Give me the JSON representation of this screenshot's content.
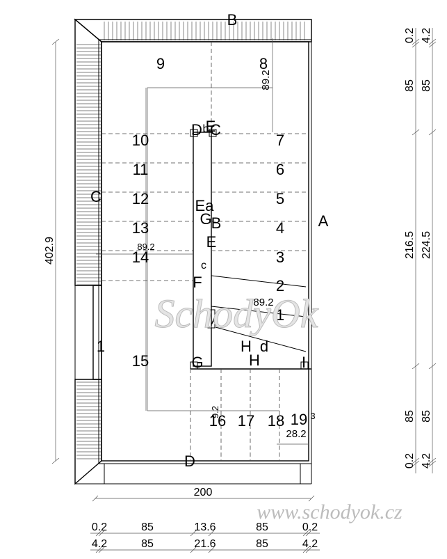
{
  "watermark": "SchodyOk",
  "website": "www.schodyok.cz",
  "wall_labels": {
    "top": "B",
    "right": "A",
    "left": "C",
    "bottom": "D"
  },
  "steps": {
    "s1": "1",
    "s2": "2",
    "s3": "3",
    "s4": "4",
    "s5": "5",
    "s6": "6",
    "s7": "7",
    "s8": "8",
    "s9": "9",
    "s10": "10",
    "s11": "11",
    "s12": "12",
    "s13": "13",
    "s14": "14",
    "s15": "15",
    "s16": "16",
    "s17": "17",
    "s18": "18",
    "s19": "19"
  },
  "points": {
    "d_top": "D",
    "b_top": "b",
    "e_top": "E",
    "c_top": "C",
    "ea": "Ea",
    "g_mid": "G",
    "b_mid": "B",
    "e_mid": "E",
    "c_low": "c",
    "f_low": "F",
    "a_low": "A",
    "h_upper": "H",
    "d_low": "d",
    "g_bottom": "G",
    "h_bottom": "H",
    "i_bottom": "I",
    "small_3": "3"
  },
  "inner_dims": {
    "walk_top": "89.2",
    "walk_left": "89.2",
    "walk_right": "89.2",
    "walk_bottom_a": "9.2",
    "walk_bottom_b": "28.2"
  },
  "right_dims": {
    "col1": [
      "0.2",
      "85",
      "216.5",
      "85",
      "0.2"
    ],
    "col2": [
      "4.2",
      "85",
      "224.5",
      "85",
      "4.2"
    ]
  },
  "left_dim": "402.9",
  "bottom_dims": {
    "total": "200",
    "row1": [
      "0.2",
      "85",
      "13.6",
      "85",
      "0.2"
    ],
    "row2": [
      "4.2",
      "85",
      "21.6",
      "85",
      "4.2"
    ]
  }
}
